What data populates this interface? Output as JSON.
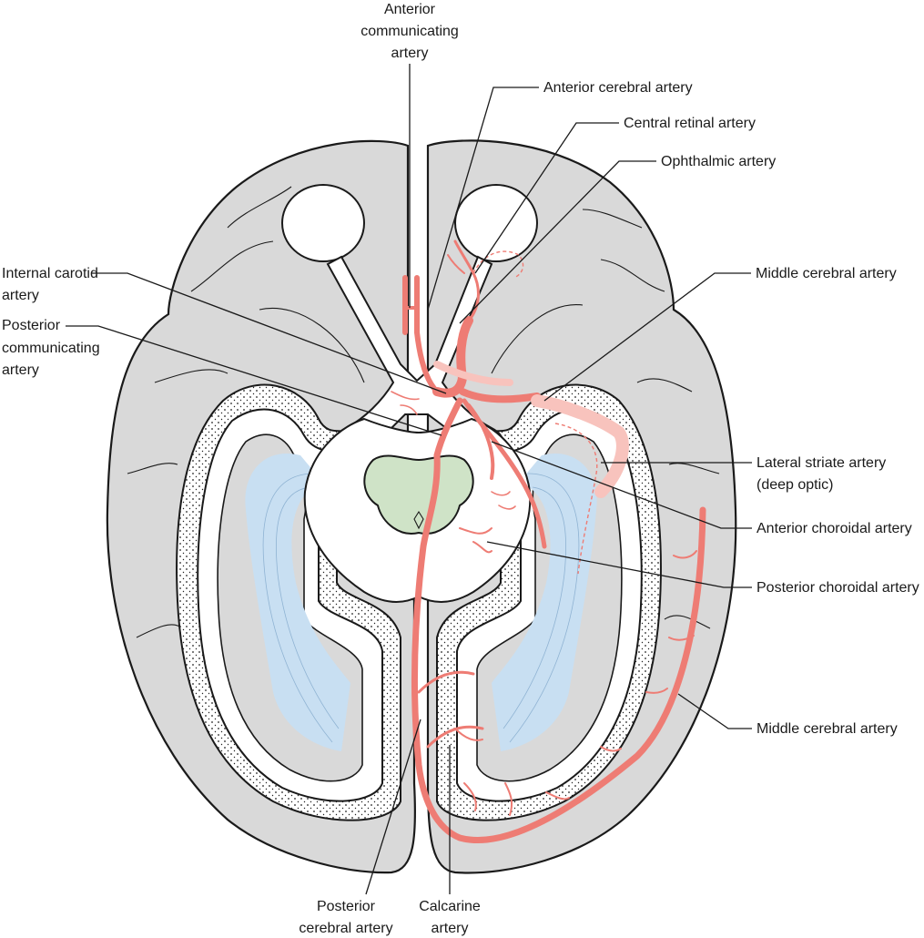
{
  "labels": {
    "anterior_communicating_artery": [
      "Anterior",
      "communicating",
      "artery"
    ],
    "anterior_cerebral_artery": "Anterior cerebral artery",
    "central_retinal_artery": "Central retinal artery",
    "ophthalmic_artery": "Ophthalmic artery",
    "internal_carotid_artery": [
      "Internal carotid",
      "artery"
    ],
    "posterior_communicating_artery": [
      "Posterior",
      "communicating",
      "artery"
    ],
    "middle_cerebral_artery_top": "Middle cerebral artery",
    "lateral_striate_artery": [
      "Lateral striate artery",
      "(deep optic)"
    ],
    "anterior_choroidal_artery": "Anterior choroidal artery",
    "posterior_choroidal_artery": "Posterior choroidal artery",
    "middle_cerebral_artery_bottom": "Middle cerebral artery",
    "posterior_cerebral_artery": [
      "Posterior",
      "cerebral artery"
    ],
    "calcarine_artery": [
      "Calcarine",
      "artery"
    ]
  },
  "colors": {
    "artery": "#ee7c74",
    "brain_gray": "#d9d9d9",
    "optic_radiation": "#c8dff2",
    "thalamus": "#cfe3c7"
  }
}
